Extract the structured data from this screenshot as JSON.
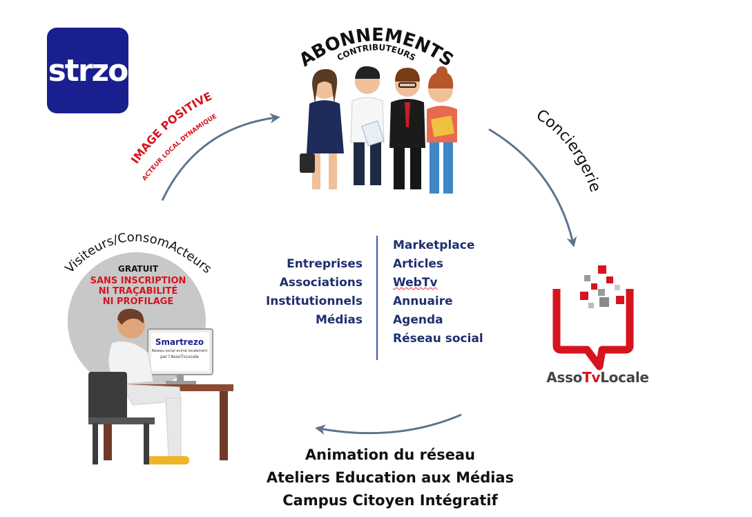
{
  "logo": {
    "text": "strzo"
  },
  "subscriptions": {
    "title": "ABONNEMENTS",
    "subtitle": "CONTRIBUTEURS"
  },
  "image_positive": {
    "title": "IMAGE POSITIVE",
    "subtitle": "ACTEUR LOCAL DYNAMIQUE"
  },
  "conciergerie": "Conciergerie",
  "visitors": {
    "arc_label": "Visiteurs/ConsomActeurs",
    "free_label": "GRATUIT",
    "conditions": [
      "SANS INSCRIPTION",
      "NI TRAÇABILITÉ",
      "NI PROFILAGE"
    ],
    "screen_brand": "Smartrezo",
    "screen_tagline": "Réseau social animé localement",
    "screen_byline": "par l'AssoTvLocale"
  },
  "segments": [
    "Entreprises",
    "Associations",
    "Institutionnels",
    "Médias"
  ],
  "services": [
    "Marketplace",
    "Articles",
    "WebTv",
    "Annuaire",
    "Agenda",
    "Réseau social"
  ],
  "assotv": {
    "prefix": "Asso",
    "tv": "Tv",
    "suffix": "Locale"
  },
  "activities": [
    "Animation du réseau",
    "Ateliers Education aux Médias",
    "Campus Citoyen Intégratif"
  ],
  "colors": {
    "navy": "#1a1f8f",
    "text_blue": "#1f2f6e",
    "arrow": "#5d7390",
    "red": "#d6141f",
    "grey_circle": "#c4c4c4"
  }
}
